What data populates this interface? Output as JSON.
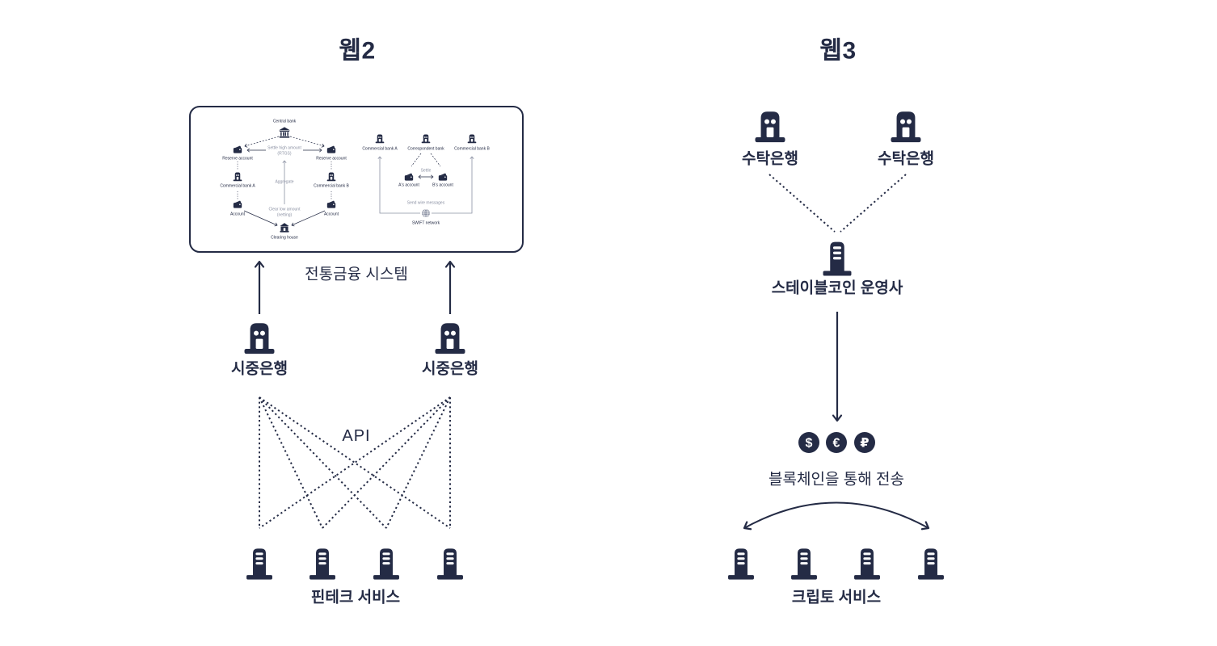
{
  "colors": {
    "ink": "#242b45",
    "muted": "#8b91a3",
    "background": "#ffffff"
  },
  "web2": {
    "title": "웹2",
    "system_label": "전통금융 시스템",
    "api_label": "API",
    "commercial_bank_left": "시중은행",
    "commercial_bank_right": "시중은행",
    "services_label": "핀테크 서비스",
    "box": {
      "rtgs": {
        "central_bank": "Central bank",
        "settle_high_1": "Settle high amount",
        "settle_high_2": "(RTGS)",
        "reserve_account_left": "Reserve account",
        "reserve_account_right": "Reserve account",
        "commercial_bank_a": "Commercial bank A",
        "commercial_bank_b": "Commercial bank B",
        "aggregate": "Aggregate",
        "account_left": "Account",
        "account_right": "Account",
        "clear_low_1": "Clear low amount",
        "clear_low_2": "(netting)",
        "clearing_house": "Clearing house"
      },
      "swift": {
        "commercial_bank_a": "Commercial bank A",
        "correspondent_bank": "Correspondent bank",
        "commercial_bank_b": "Commercial bank B",
        "settle": "Settle",
        "account_a": "A's account",
        "account_b": "B's account",
        "send_wire_messages": "Send wire messages",
        "swift_network": "SWIFT network"
      }
    }
  },
  "web3": {
    "title": "웹3",
    "custodian_bank_left": "수탁은행",
    "custodian_bank_right": "수탁은행",
    "operator_label": "스테이블코인 운영사",
    "coins": [
      "$",
      "€",
      "₽"
    ],
    "transfer_label": "블록체인을 통해 전송",
    "services_label": "크립토 서비스"
  }
}
